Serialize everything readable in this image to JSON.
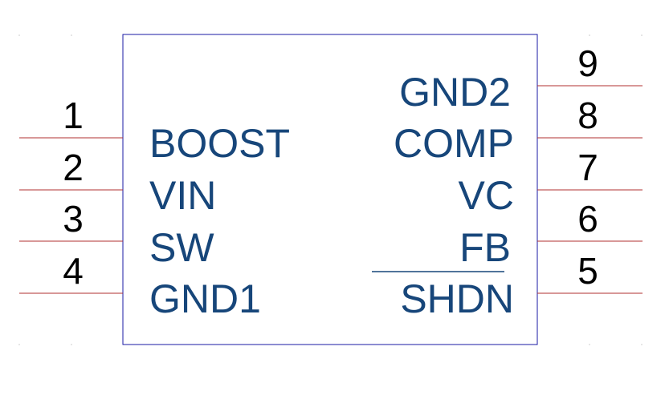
{
  "component": {
    "colors": {
      "body_outline": "#1a1aa6",
      "pin_line": "#b03030",
      "pin_name": "#17467a",
      "pin_number": "#000000"
    },
    "left_pins": [
      {
        "number": "1",
        "name": "BOOST"
      },
      {
        "number": "2",
        "name": "VIN"
      },
      {
        "number": "3",
        "name": "SW"
      },
      {
        "number": "4",
        "name": "GND1"
      }
    ],
    "right_pins": [
      {
        "number": "9",
        "name": "GND2",
        "active_low": false
      },
      {
        "number": "8",
        "name": "COMP",
        "active_low": false
      },
      {
        "number": "7",
        "name": "VC",
        "active_low": false
      },
      {
        "number": "6",
        "name": "FB",
        "active_low": false
      },
      {
        "number": "5",
        "name": "SHDN",
        "active_low": true
      }
    ]
  }
}
